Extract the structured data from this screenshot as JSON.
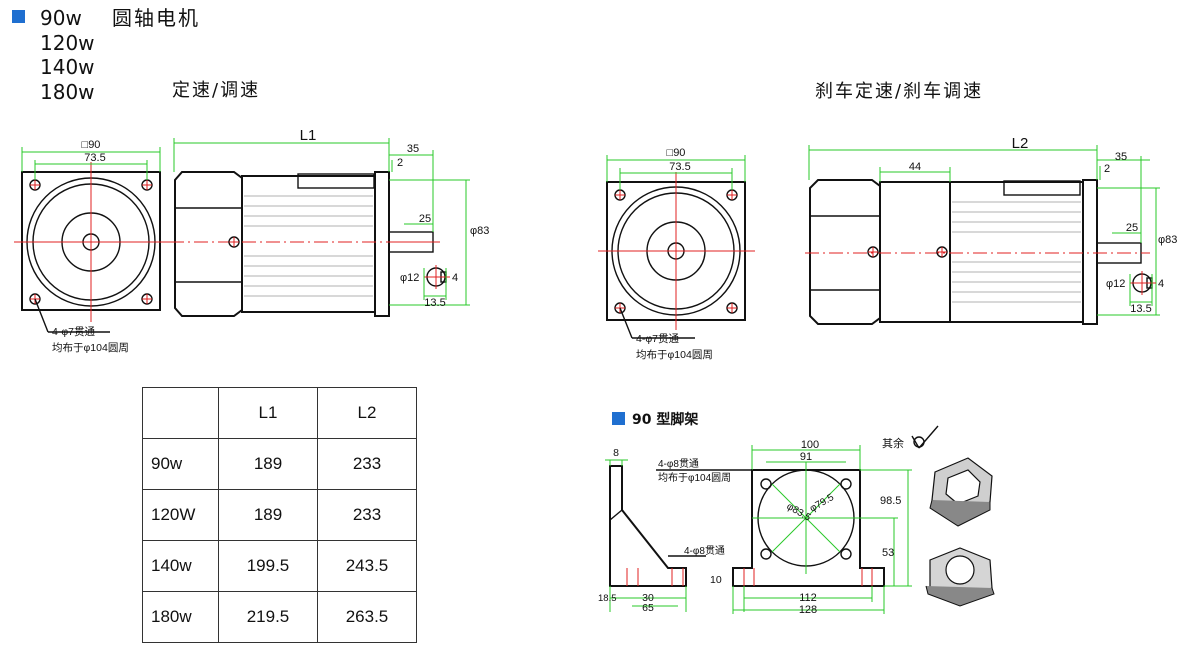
{
  "header": {
    "powers": [
      "90w",
      "120w",
      "140w",
      "180w"
    ],
    "title": "圆轴电机"
  },
  "left_view": {
    "subtitle": "定速/调速",
    "dims": {
      "square": "□90",
      "width": "73.5",
      "length": "L1",
      "shaft_len": "35",
      "flange": "2",
      "key_len": "25",
      "pilot_dia": "φ83",
      "shaft_dia": "φ12",
      "key": "4",
      "key_depth": "13.5",
      "holes_1": "4-φ7贯通",
      "holes_2": "均布于φ104圆周"
    }
  },
  "right_view": {
    "subtitle": "刹车定速/刹车调速",
    "dims": {
      "square": "□90",
      "width": "73.5",
      "length": "L2",
      "shaft_len": "35",
      "flange": "2",
      "brake_len": "44",
      "key_len": "25",
      "pilot_dia": "φ83",
      "shaft_dia": "φ12",
      "key": "4",
      "key_depth": "13.5",
      "holes_1": "4-φ7贯通",
      "holes_2": "均布于φ104圆周"
    }
  },
  "table": {
    "headers": [
      "",
      "L1",
      "L2"
    ],
    "rows": [
      [
        "90w",
        "189",
        "233"
      ],
      [
        "120W",
        "189",
        "233"
      ],
      [
        "140w",
        "199.5",
        "243.5"
      ],
      [
        "180w",
        "219.5",
        "263.5"
      ]
    ]
  },
  "bracket": {
    "title": "90 型脚架",
    "dims": {
      "thickness": "8",
      "holes_1": "4-φ8贯通",
      "holes_2": "均布于φ104圆周",
      "foot_holes": "4-φ8贯通",
      "height_off": "18.5",
      "foot_a": "30",
      "foot_b": "65",
      "width_top": "100",
      "width_inner": "91",
      "dia_a": "φ83.5",
      "dia_b": "φ79.5",
      "height": "98.5",
      "center_h": "53",
      "base_t": "10",
      "hole_span": "112",
      "base_w": "128",
      "rest": "其余"
    }
  },
  "colors": {
    "accent": "#1f6fd0",
    "dimension": "#28c828",
    "centerline": "#e02020"
  }
}
